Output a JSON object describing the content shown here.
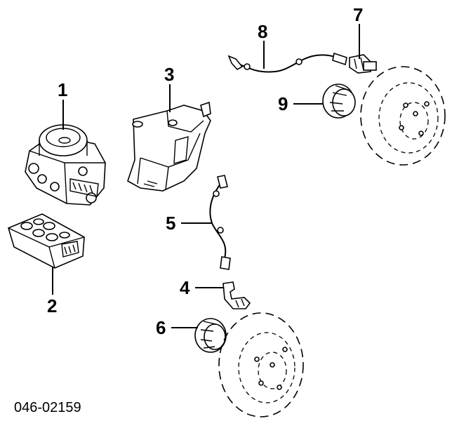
{
  "diagram": {
    "reference_code": "046-02159",
    "callouts": [
      {
        "id": "1",
        "label": "1"
      },
      {
        "id": "2",
        "label": "2"
      },
      {
        "id": "3",
        "label": "3"
      },
      {
        "id": "4",
        "label": "4"
      },
      {
        "id": "5",
        "label": "5"
      },
      {
        "id": "6",
        "label": "6"
      },
      {
        "id": "7",
        "label": "7"
      },
      {
        "id": "8",
        "label": "8"
      },
      {
        "id": "9",
        "label": "9"
      }
    ]
  }
}
